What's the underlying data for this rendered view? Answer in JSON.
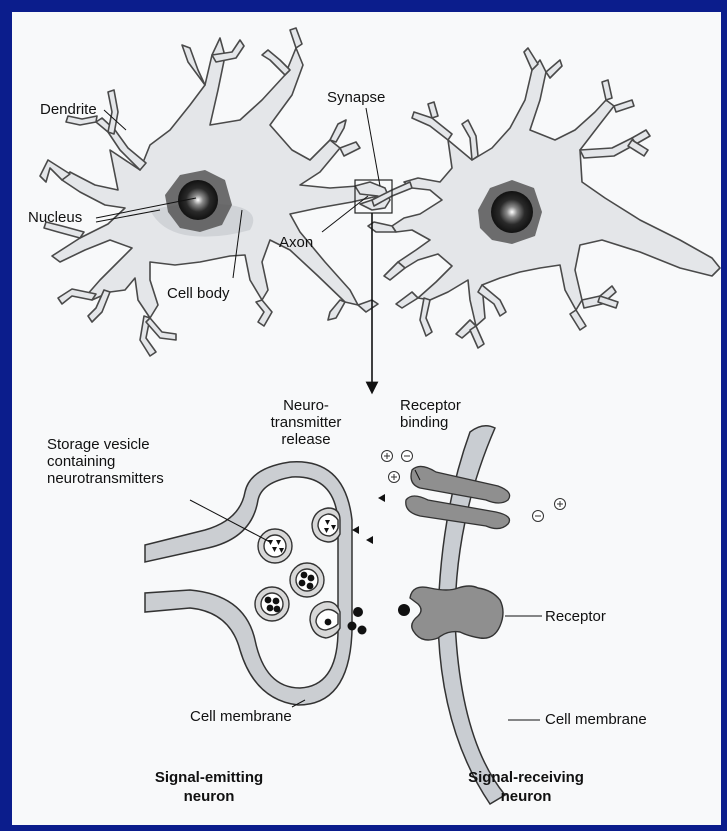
{
  "labels": {
    "dendrite": "Dendrite",
    "synapse": "Synapse",
    "nucleus": "Nucleus",
    "axon": "Axon",
    "cell_body": "Cell body",
    "neurotransmitter_release": [
      "Neuro-",
      "transmitter",
      "release"
    ],
    "receptor_binding": [
      "Receptor",
      "binding"
    ],
    "storage_vesicle": [
      "Storage vesicle",
      "containing",
      "neurotransmitters"
    ],
    "receptor": "Receptor",
    "cell_membrane_left": "Cell membrane",
    "cell_membrane_right": "Cell membrane"
  },
  "captions": {
    "emitting": [
      "Signal-emitting",
      "neuron"
    ],
    "receiving": [
      "Signal-receiving",
      "neuron"
    ]
  },
  "colors": {
    "border": "#0b1d8c",
    "background": "#f8f9fa",
    "cell_fill": "#e4e6e9",
    "cell_outline": "#4a4a4a",
    "membrane_fill": "#c9cdd2",
    "nucleus": "#2b2b2b",
    "receptor_fill": "#8f8f8f"
  }
}
